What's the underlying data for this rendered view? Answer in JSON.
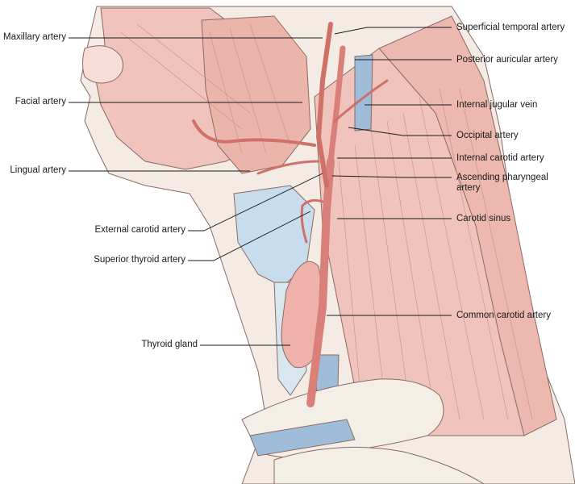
{
  "labels_left": [
    {
      "id": "maxillary-artery",
      "text": "Maxillary artery"
    },
    {
      "id": "facial-artery",
      "text": "Facial artery"
    },
    {
      "id": "lingual-artery",
      "text": "Lingual artery"
    },
    {
      "id": "external-carotid-artery",
      "text": "External carotid artery"
    },
    {
      "id": "superior-thyroid-artery",
      "text": "Superior thyroid artery"
    },
    {
      "id": "thyroid-gland",
      "text": "Thyroid gland"
    }
  ],
  "labels_right": [
    {
      "id": "superficial-temporal-artery",
      "text": "Superficial temporal artery"
    },
    {
      "id": "posterior-auricular-artery",
      "text": "Posterior auricular artery"
    },
    {
      "id": "internal-jugular-vein",
      "text": "Internal jugular vein"
    },
    {
      "id": "occipital-artery",
      "text": "Occipital artery"
    },
    {
      "id": "internal-carotid-artery",
      "text": "Internal carotid artery"
    },
    {
      "id": "ascending-pharyngeal-artery",
      "text": "Ascending pharyngeal",
      "text2": "artery"
    },
    {
      "id": "carotid-sinus",
      "text": "Carotid sinus"
    },
    {
      "id": "common-carotid-artery",
      "text": "Common carotid artery"
    }
  ],
  "colors": {
    "skin": "#f4ece4",
    "muscle": "#f0c4bc",
    "muscle_dark": "#e2a49b",
    "artery": "#d9807a",
    "vein": "#9fbcd8",
    "cartilage": "#c7dcec",
    "bone": "#f3efe6"
  }
}
